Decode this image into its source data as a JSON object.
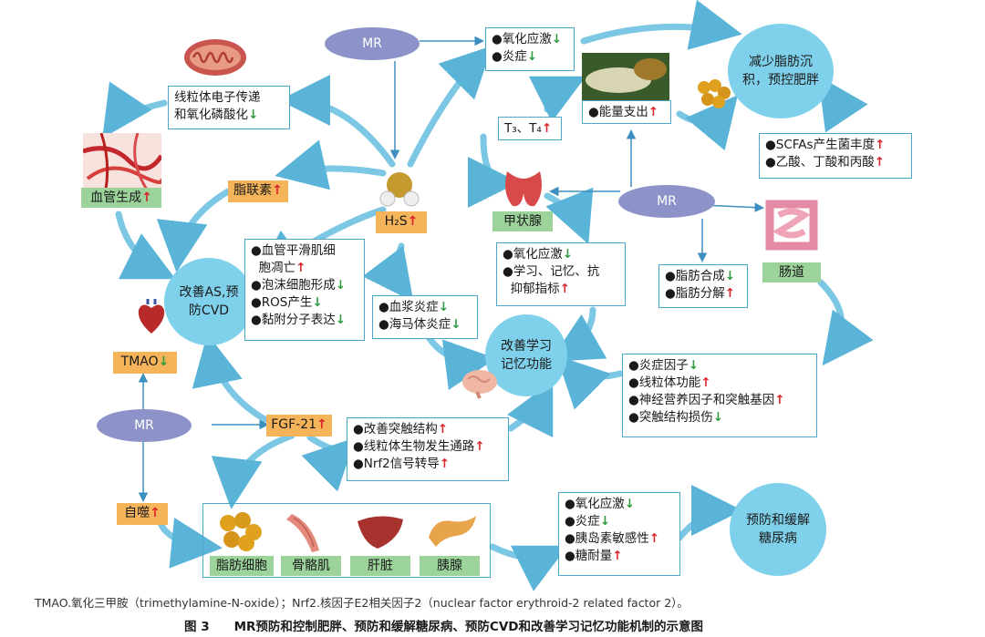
{
  "mr_nodes": [
    "MR",
    "MR",
    "MR"
  ],
  "center_circles": {
    "fat": "减少脂肪沉积，预控肥胖",
    "as": "改善AS,预防CVD",
    "memory": "改善学习记忆功能",
    "diabetes": "预防和缓解糖尿病"
  },
  "labels": {
    "mito_chain": [
      "线粒体电子传递",
      "和氧化磷酸化"
    ],
    "vessel": "血管生成",
    "adipo": "脂联素",
    "h2s": "H₂S",
    "thyroid": "甲状腺",
    "t3t4": "T₃、T₄",
    "energy": "能量支出",
    "gut": "肠道",
    "tmao": "TMAO",
    "fgf21": "FGF-21",
    "autophagy": "自噬",
    "fat_cell": "脂肪细胞",
    "muscle": "骨骼肌",
    "liver": "肝脏",
    "pancreas": "胰腺"
  },
  "boxes": {
    "top_ox": [
      "氧化应激",
      "炎症"
    ],
    "scfa": [
      "SCFAs产生菌丰度",
      "乙酸、丁酸和丙酸"
    ],
    "vsmc": [
      "血管平滑肌细",
      "胞凋亡",
      "泡沫细胞形成",
      "ROS产生",
      "黏附分子表达"
    ],
    "plasma": [
      "血浆炎症",
      "海马体炎症"
    ],
    "thy_effects": [
      "氧化应激",
      "学习、记忆、抗",
      "抑郁指标"
    ],
    "lipid": [
      "脂肪合成",
      "脂肪分解"
    ],
    "memory_factors": [
      "炎症因子",
      "线粒体功能",
      "神经营养因子和突触基因",
      "突触结构损伤"
    ],
    "fgf_effects": [
      "改善突触结构",
      "线粒体生物发生通路",
      "Nrf2信号转导"
    ],
    "diab_effects": [
      "氧化应激",
      "炎症",
      "胰岛素敏感性",
      "糖耐量"
    ]
  },
  "arrows": {
    "up": "↑",
    "down": "↓",
    "bullet": "●"
  },
  "caption": "TMAO.氧化三甲胺（trimethylamine-N-oxide）；Nrf2.核因子E2相关因子2（nuclear factor erythroid-2 related factor 2）。",
  "figure_title": "图 3　　MR预防和控制肥胖、预防和缓解糖尿病、预防CVD和改善学习记忆功能机制的示意图",
  "colors": {
    "accent_blue": "#7fd0ea",
    "mr_purple": "#8d92c9",
    "green_tag": "#9bd39b",
    "orange_tag": "#f5b45a",
    "up": "#d8242a",
    "down": "#2f9a40"
  }
}
